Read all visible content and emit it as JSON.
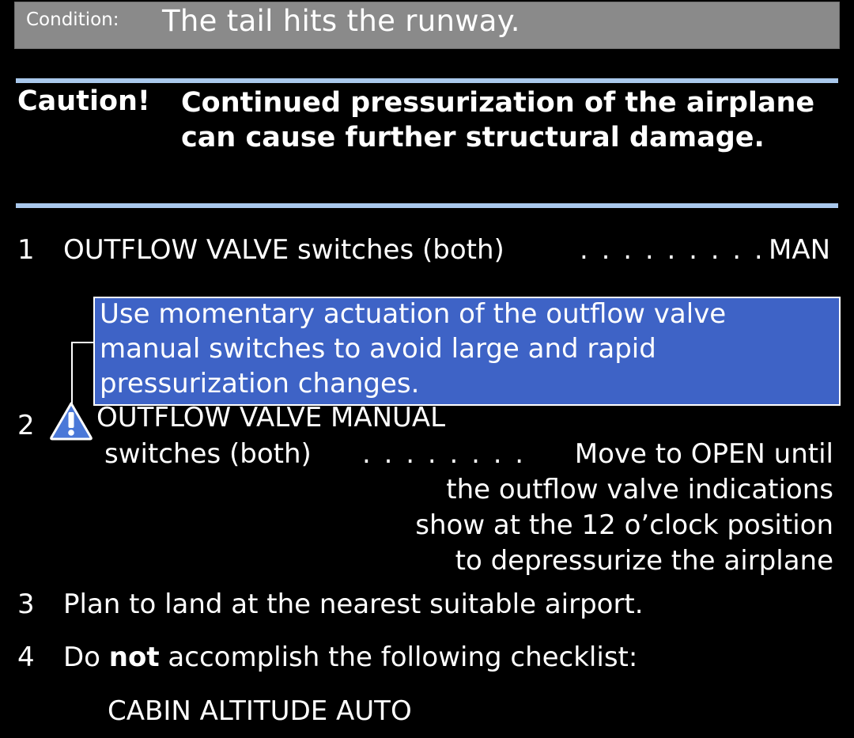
{
  "condition": {
    "label": "Condition:",
    "text": "The tail hits the runway."
  },
  "caution": {
    "label": "Caution!",
    "text": "Continued pressurization of the airplane can cause further structural damage."
  },
  "steps": [
    {
      "number": "1",
      "item": "OUTFLOW VALVE switches (both)",
      "dots": ". . . . . . . . .",
      "action": "MAN"
    },
    {
      "number": "2",
      "note": "Use momentary actuation of the outflow valve manual switches to avoid large and rapid pressurization changes.",
      "item_line1": "OUTFLOW VALVE MANUAL",
      "item_line2": "switches (both)",
      "dots": ". . . . . . . .",
      "action_lines": [
        "Move to OPEN until",
        "the outflow valve indications",
        "show at the 12 o’clock position",
        "to depressurize the airplane"
      ],
      "icon": "warning-icon"
    },
    {
      "number": "3",
      "text": "Plan to land at the nearest suitable airport."
    },
    {
      "number": "4",
      "text_before": "Do ",
      "text_bold": "not",
      "text_after": " accomplish the following checklist:",
      "checklist": "CABIN ALTITUDE AUTO"
    }
  ],
  "colors": {
    "background": "#000000",
    "condition_bar": "#8a8a8a",
    "rule": "#a9c8ec",
    "note_box": "#3e63c6",
    "warning_icon": "#4a78d8"
  }
}
